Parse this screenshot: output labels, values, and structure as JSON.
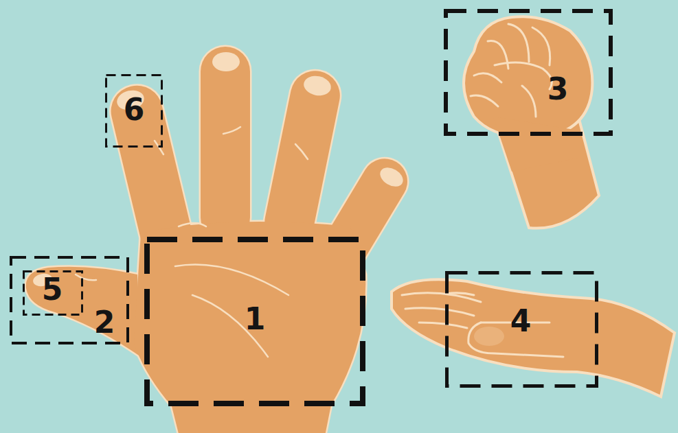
{
  "diagram": {
    "nodes": [
      {
        "text": [
          "6"
        ]
      },
      {
        "text": [
          "3"
        ]
      },
      {
        "text": [
          "2"
        ]
      },
      {
        "text": [
          "5"
        ],
        "in": 2
      },
      {
        "text": [
          "1"
        ]
      },
      {
        "text": [
          "4"
        ]
      }
    ]
  }
}
